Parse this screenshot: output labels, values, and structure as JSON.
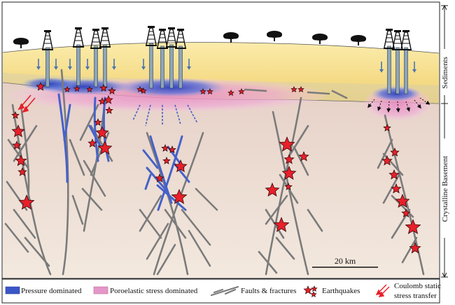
{
  "labels": {
    "sediments": "Sediments",
    "basement": "Crystalline Basement",
    "scale_bar": "20 km"
  },
  "legend": {
    "pressure": "Pressure dominated",
    "poroelastic": "Poroelastic stress dominated",
    "faults": "Faults & fractures",
    "earthquakes": "Earthquakes",
    "coulomb_line1": "Coulomb static",
    "coulomb_line2": "stress transfer"
  },
  "colors": {
    "sky": "#ffffff",
    "sediment": "#f4dc7e",
    "sediment_light": "#f9eba8",
    "basement": "#eedfd2",
    "pressure": "#3a56c8",
    "poroelastic": "#e596c8",
    "fault": "#7a7a7a",
    "blue_fault": "#4460c8",
    "quake": "#e8202a",
    "arrow": "#e8202a"
  },
  "icons": {
    "well": "oil-derrick-icon",
    "tree": "tree-icon",
    "quake": "star-icon"
  }
}
